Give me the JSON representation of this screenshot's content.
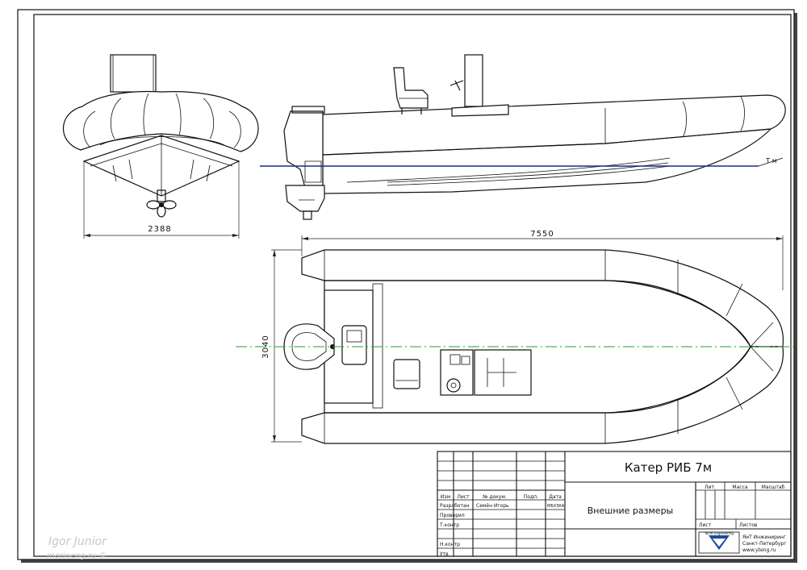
{
  "dimensions": {
    "front_width": "2388",
    "top_length": "7550",
    "top_width": "3040",
    "waterline": "Т м"
  },
  "title_block": {
    "product_name": "Катер РИБ 7м",
    "document_name": "Внешние размеры",
    "col_headers": [
      "Изм",
      "Лист",
      "№ докум.",
      "Подп.",
      "Дата"
    ],
    "rows": [
      {
        "role": "Разработан",
        "name": "Семён Игорь",
        "sign": "МБХЗКА"
      },
      {
        "role": "Проверил",
        "name": "",
        "sign": ""
      },
      {
        "role": "Т.контр",
        "name": "",
        "sign": ""
      },
      {
        "role": "Н.контр",
        "name": "",
        "sign": ""
      },
      {
        "role": "Утв",
        "name": "",
        "sign": ""
      }
    ],
    "right_headers": [
      "Лит.",
      "Масса",
      "Масштаб"
    ],
    "sheet_label": "Лист",
    "sheets_label": "Листов",
    "company_line1": "ЯиТ Инжиниринг",
    "company_line2": "Санкт-Петербург",
    "company_line3": "www.yteng.ru",
    "logo_caption": "Yacht Engineering"
  },
  "watermark": {
    "line1": "Igor Junior",
    "line2": "marineng.ru ©"
  },
  "colors": {
    "line": "#111111",
    "axis": "#2aa02a",
    "waterline": "#1a2c8c"
  }
}
